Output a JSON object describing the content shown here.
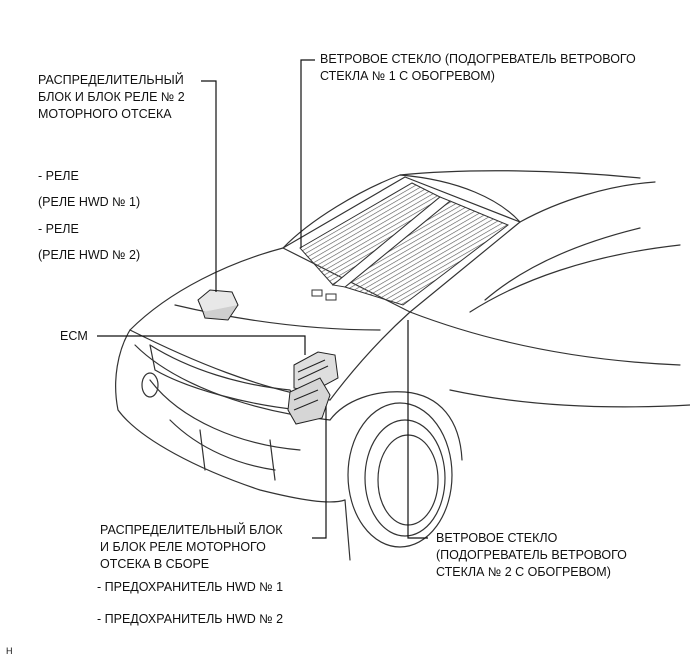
{
  "labels": {
    "windshield_1": [
      "ВЕТРОВОЕ СТЕКЛО (ПОДОГРЕВАТЕЛЬ ВЕТРОВОГО",
      "СТЕКЛА № 1 С ОБОГРЕВОМ)"
    ],
    "relay_block": [
      "РАСПРЕДЕЛИТЕЛЬНЫЙ",
      "БЛОК И БЛОК РЕЛЕ № 2",
      "МОТОРНОГО ОТСЕКА"
    ],
    "relay_items": [
      "- РЕЛЕ",
      "(РЕЛЕ HWD № 1)",
      "- РЕЛЕ",
      "(РЕЛЕ HWD № 2)"
    ],
    "ecm": "ECM",
    "fuse_block": [
      "РАСПРЕДЕЛИТЕЛЬНЫЙ БЛОК",
      "И БЛОК РЕЛЕ МОТОРНОГО",
      "ОТСЕКА В СБОРЕ"
    ],
    "fuse_items": [
      "- ПРЕДОХРАНИТЕЛЬ HWD № 1",
      "- ПРЕДОХРАНИТЕЛЬ HWD № 2"
    ],
    "windshield_2": [
      "ВЕТРОВОЕ СТЕКЛО",
      "(ПОДОГРЕВАТЕЛЬ ВЕТРОВОГО",
      "СТЕКЛА № 2 С ОБОГРЕВОМ)"
    ],
    "corner_mark": "H"
  }
}
